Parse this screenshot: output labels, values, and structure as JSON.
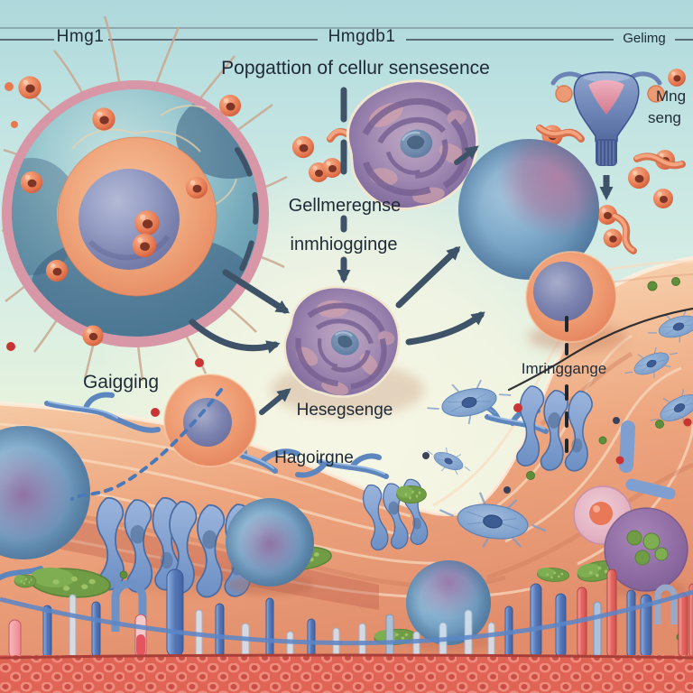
{
  "header": {
    "left": "Hmg1",
    "center": "Hmgdb1",
    "right": "Gelimg"
  },
  "title": "Popgattion of cellur sensesence",
  "corner_note": {
    "line1": "Mng",
    "line2": "seng"
  },
  "annotations": {
    "secrete_top": "Gellmeregnse",
    "secrete_bottom": "inmhiogginge",
    "aging_left": "Gaigging",
    "transform_top": "Hesegsenge",
    "transform_bottom": "Hagoirgne",
    "tissue_right": "Imringgange"
  },
  "icons": {
    "uterus": "uterus-icon",
    "senescent_cell": "senescent-cell",
    "rose_cell": "wrinkled-cell",
    "vesicle": "orange-vesicle",
    "arrow": "pathway-arrow"
  },
  "colors": {
    "background_teal": "#bfe2e2",
    "background_cream": "#f6f6e4",
    "tissue_peach": "#eda77f",
    "tissue_deep": "#d97f5f",
    "muscle_band_red": "#e06456",
    "arrow_slate": "#3e5268",
    "cell_teal": "#7fb0bf",
    "cell_membrane_pink": "#d897a6",
    "nucleus_purple": "#767ca8",
    "cytoplasm_coral": "#ec9a72",
    "vesicle_orange": "#e77a52",
    "rose_purple": "#9c8ab4",
    "sphere_blue": "#7aa6c8",
    "sphere_mauve": "#a87ea0",
    "organelle_blue": "#7e9fd0",
    "green_blob": "#6f9c45",
    "uterus_blue": "#6d84b6",
    "tube_pink": "#e87878",
    "tube_blue": "#5b84c4",
    "label_ink": "#1e2a36"
  }
}
